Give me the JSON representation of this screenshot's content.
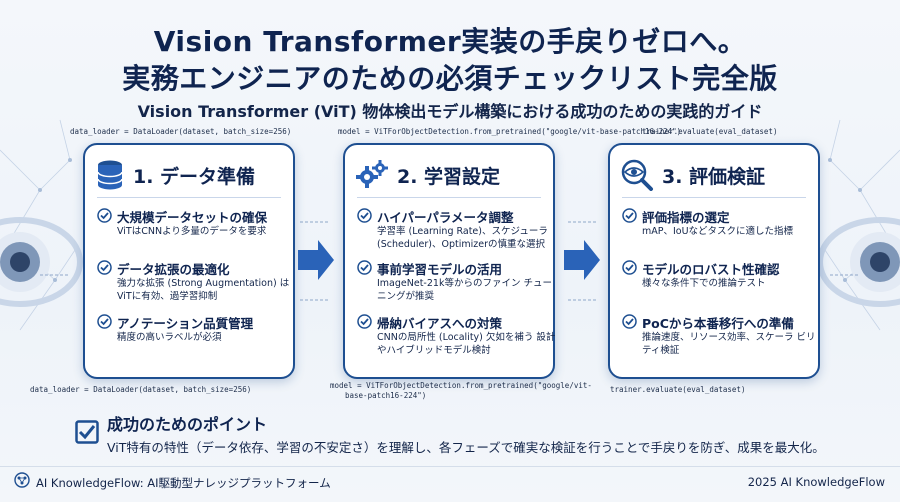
{
  "header": {
    "title_line1": "Vision Transformer実装の手戻りゼロへ。",
    "title_line2": "実務エンジニアのための必須チェックリスト完全版",
    "subtitle": "Vision Transformer (ViT) 物体検出モデル構築における成功のための実践的ガイド"
  },
  "code_top": {
    "left": "data_loader = DataLoader(dataset, batch_size=256)",
    "middle": "model = ViTForObjectDetection.from_pretrained(\"google/vit-base-patch16-224\")",
    "right": "trainer.evaluate(eval_dataset)"
  },
  "code_bottom": {
    "left": "data_loader = DataLoader(dataset, batch_size=256)",
    "middle_line1": "model = ViTForObjectDetection.from_pretrained(\"google/vit-",
    "middle_line2": "base-patch16-224\")",
    "right": "trainer.evaluate(eval_dataset)"
  },
  "cards": [
    {
      "title": "1. データ準備",
      "icon": "database-icon",
      "items": [
        {
          "heading": "大規模データセットの確保",
          "desc": "ViTはCNNより多量のデータを要求"
        },
        {
          "heading": "データ拡張の最適化",
          "desc": "強力な拡張 (Strong Augmentation) はViTに有効、過学習抑制"
        },
        {
          "heading": "アノテーション品質管理",
          "desc": "精度の高いラベルが必須"
        }
      ]
    },
    {
      "title": "2. 学習設定",
      "icon": "gears-icon",
      "items": [
        {
          "heading": "ハイパーパラメータ調整",
          "desc": "学習率 (Learning Rate)、スケジューラ (Scheduler)、Optimizerの慎重な選択"
        },
        {
          "heading": "事前学習モデルの活用",
          "desc": "ImageNet-21k等からのファイン チューニングが推奨"
        },
        {
          "heading": "帰納バイアスへの対策",
          "desc": "CNNの局所性 (Locality) 欠如を補う 設計やハイブリッドモデル検討"
        }
      ]
    },
    {
      "title": "3. 評価検証",
      "icon": "eye-magnifier-icon",
      "items": [
        {
          "heading": "評価指標の選定",
          "desc": "mAP、IoUなどタスクに適した指標"
        },
        {
          "heading": "モデルのロバスト性確認",
          "desc": "様々な条件下での推論テスト"
        },
        {
          "heading": "PoCから本番移行への準備",
          "desc": "推論速度、リソース効率、スケーラ ビリティ検証"
        }
      ]
    }
  ],
  "tips": {
    "title": "成功のためのポイント",
    "text": "ViT特有の特性（データ依存、学習の不安定さ）を理解し、各フェーズで確実な検証を行うことで手戻りを防ぎ、成果を最大化。"
  },
  "footer": {
    "left": "AI KnowledgeFlow: AI駆動型ナレッジプラットフォーム",
    "right": "2025 AI KnowledgeFlow"
  },
  "colors": {
    "accent": "#1e4f91",
    "title": "#0f2450",
    "arrow": "#2a63b8"
  }
}
